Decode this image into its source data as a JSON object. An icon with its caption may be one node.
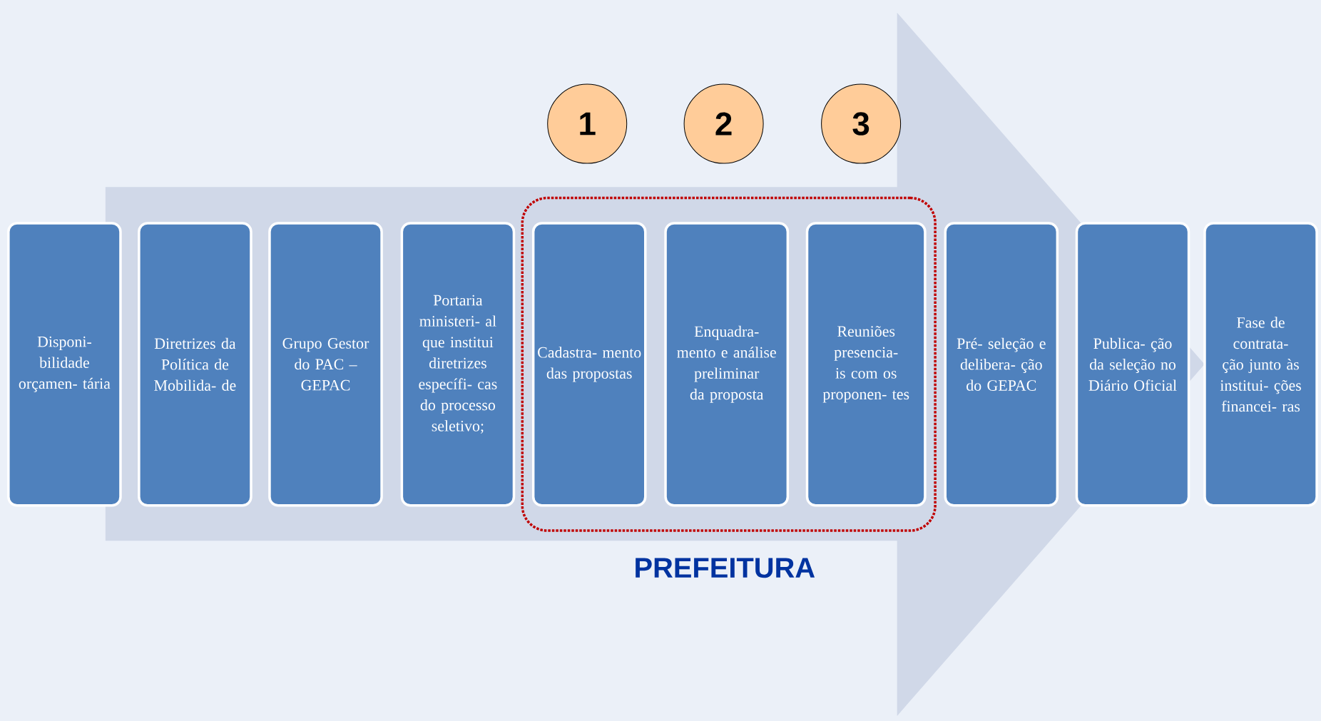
{
  "diagram": {
    "nodes": [
      {
        "text": [
          "1"
        ]
      },
      {
        "text": [
          "2"
        ]
      },
      {
        "text": [
          "3"
        ]
      },
      {
        "text": [
          "Disponi- bilidade orçamen- tária"
        ]
      },
      {
        "text": [
          "Diretrizes da Política de Mobilida- de"
        ]
      },
      {
        "text": [
          "Grupo Gestor do PAC – GEPAC"
        ]
      },
      {
        "text": [
          "Portaria ministeri- al que institui diretrizes específi- cas do processo seletivo;"
        ]
      },
      {
        "text": [],
        "shape": "box",
        "beside": [
          "PREFEITURA"
        ]
      },
      {
        "text": [
          "Cadastra- mento das propostas"
        ],
        "in": 7
      },
      {
        "text": [
          "Enquadra- mento e análise preliminar da proposta"
        ],
        "in": 7
      },
      {
        "text": [
          "Reuniões presencia- is com os proponen- tes"
        ],
        "in": 7
      },
      {
        "text": [
          "Pré- seleção e delibera- ção do GEPAC"
        ]
      },
      {
        "text": [
          "Publica- ção da seleção no Diário Oficial"
        ]
      },
      {
        "text": [
          "Fase de contrata- ção junto às institui- ções financei- ras"
        ]
      }
    ],
    "edges": [
      {
        "from": 3,
        "to": 13,
        "arrow": "to",
        "style": "thick"
      }
    ]
  }
}
